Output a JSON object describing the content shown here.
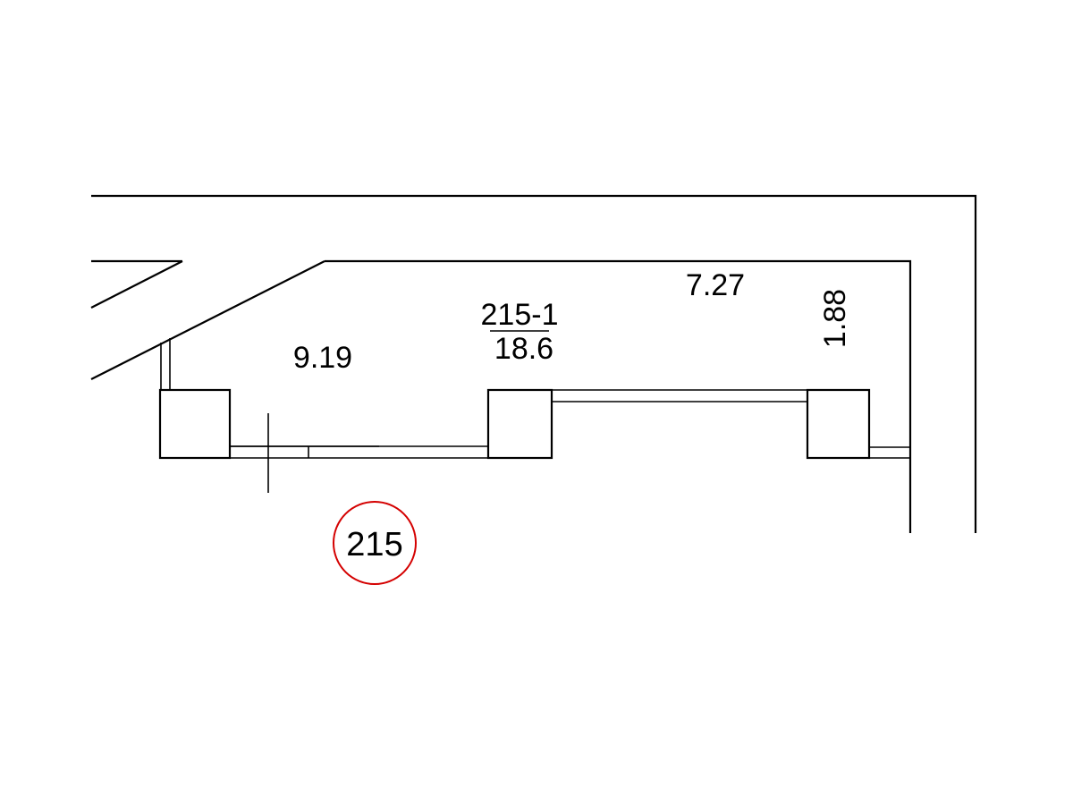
{
  "room": {
    "number": "215-1",
    "area": "18.6"
  },
  "dimensions": {
    "top": "7.27",
    "left": "9.19",
    "right": "1.88"
  },
  "marker": {
    "label": "215",
    "color": "#d40000"
  }
}
